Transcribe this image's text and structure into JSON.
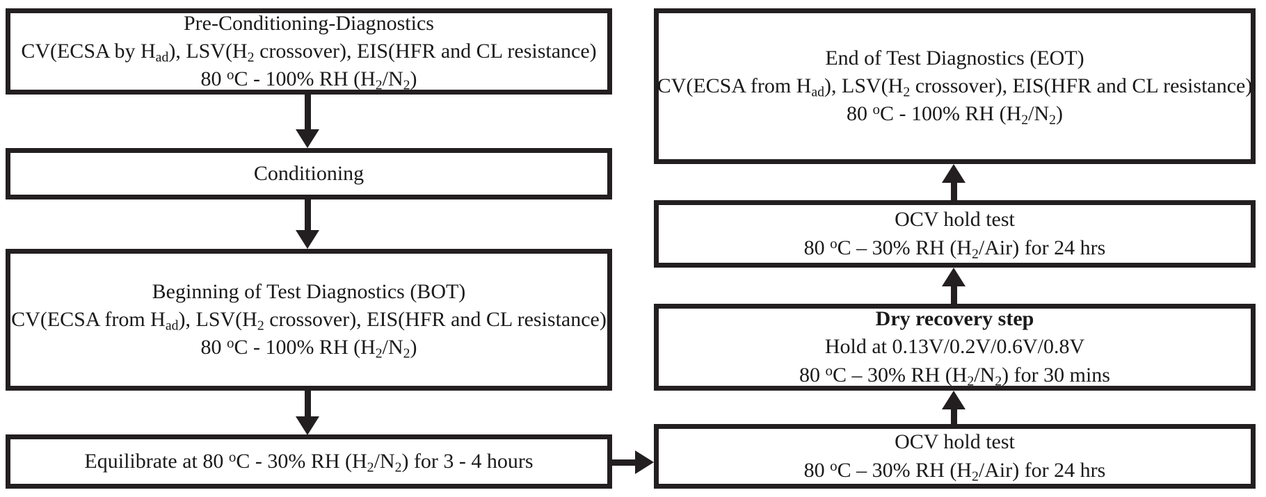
{
  "diagram": {
    "title": "Fuel cell accelerated stress test protocol flowchart",
    "colors": {
      "stroke": "#231f20",
      "fill": "#ffffff",
      "text": "#1a1a1a"
    },
    "nodes": {
      "pre_conditioning": {
        "name": "Pre-Conditioning-Diagnostics",
        "line1": "Pre-Conditioning-Diagnostics",
        "line2_a": "CV(ECSA by H",
        "line2_sub1": "ad",
        "line2_b": "), LSV(H",
        "line2_sub2": "2",
        "line2_c": " crossover), EIS(HFR and CL resistance)",
        "line3_a": "80 ",
        "line3_deg": "o",
        "line3_b": "C - 100% RH (H",
        "line3_sub1": "2",
        "line3_c": "/N",
        "line3_sub2": "2",
        "line3_d": ")"
      },
      "conditioning": {
        "name": "Conditioning",
        "line1": "Conditioning"
      },
      "bot": {
        "name": "Beginning of Test Diagnostics",
        "line1": "Beginning of Test Diagnostics (BOT)",
        "line2_a": "CV(ECSA from H",
        "line2_sub1": "ad",
        "line2_b": "), LSV(H",
        "line2_sub2": "2",
        "line2_c": " crossover), EIS(HFR and CL resistance)",
        "line3_a": "80 ",
        "line3_deg": "o",
        "line3_b": "C - 100% RH (H",
        "line3_sub1": "2",
        "line3_c": "/N",
        "line3_sub2": "2",
        "line3_d": ")"
      },
      "equilibrate": {
        "name": "Equilibrate",
        "line1_a": "Equilibrate at 80 ",
        "line1_deg": "o",
        "line1_b": "C - 30% RH (H",
        "line1_sub1": "2",
        "line1_c": "/N",
        "line1_sub2": "2",
        "line1_d": ") for 3 - 4 hours"
      },
      "ocv_lower": {
        "name": "OCV hold test",
        "line1": "OCV hold test",
        "line2_a": "80 ",
        "line2_deg": "o",
        "line2_b": "C – 30% RH (H",
        "line2_sub1": "2",
        "line2_c": "/Air) for 24 hrs"
      },
      "dry_recovery": {
        "name": "Dry recovery step",
        "line1": "Dry recovery step",
        "line2": "Hold at 0.13V/0.2V/0.6V/0.8V",
        "line3_a": "80 ",
        "line3_deg": "o",
        "line3_b": "C – 30% RH (H",
        "line3_sub1": "2",
        "line3_c": "/N",
        "line3_sub2": "2",
        "line3_d": ") for 30 mins"
      },
      "ocv_upper": {
        "name": "OCV hold test",
        "line1": "OCV hold test",
        "line2_a": "80 ",
        "line2_deg": "o",
        "line2_b": "C – 30% RH (H",
        "line2_sub1": "2",
        "line2_c": "/Air) for 24 hrs"
      },
      "eot": {
        "name": "End of Test Diagnostics",
        "line1": "End of Test Diagnostics (EOT)",
        "line2_a": "CV(ECSA from H",
        "line2_sub1": "ad",
        "line2_b": "), LSV(H",
        "line2_sub2": "2",
        "line2_c": " crossover), EIS(HFR and CL resistance)",
        "line3_a": "80 ",
        "line3_deg": "o",
        "line3_b": "C - 100% RH (H",
        "line3_sub1": "2",
        "line3_c": "/N",
        "line3_sub2": "2",
        "line3_d": ")"
      }
    },
    "edges": [
      {
        "id": "pre-to-conditioning",
        "from": "pre_conditioning",
        "to": "conditioning",
        "direction": "down"
      },
      {
        "id": "conditioning-to-bot",
        "from": "conditioning",
        "to": "bot",
        "direction": "down"
      },
      {
        "id": "bot-to-equilibrate",
        "from": "bot",
        "to": "equilibrate",
        "direction": "down"
      },
      {
        "id": "equilibrate-to-ocv-lower",
        "from": "equilibrate",
        "to": "ocv_lower",
        "direction": "right"
      },
      {
        "id": "ocv-lower-to-dry-recovery",
        "from": "ocv_lower",
        "to": "dry_recovery",
        "direction": "up"
      },
      {
        "id": "dry-recovery-to-ocv-upper",
        "from": "dry_recovery",
        "to": "ocv_upper",
        "direction": "up"
      },
      {
        "id": "ocv-upper-to-eot",
        "from": "ocv_upper",
        "to": "eot",
        "direction": "up"
      }
    ]
  }
}
